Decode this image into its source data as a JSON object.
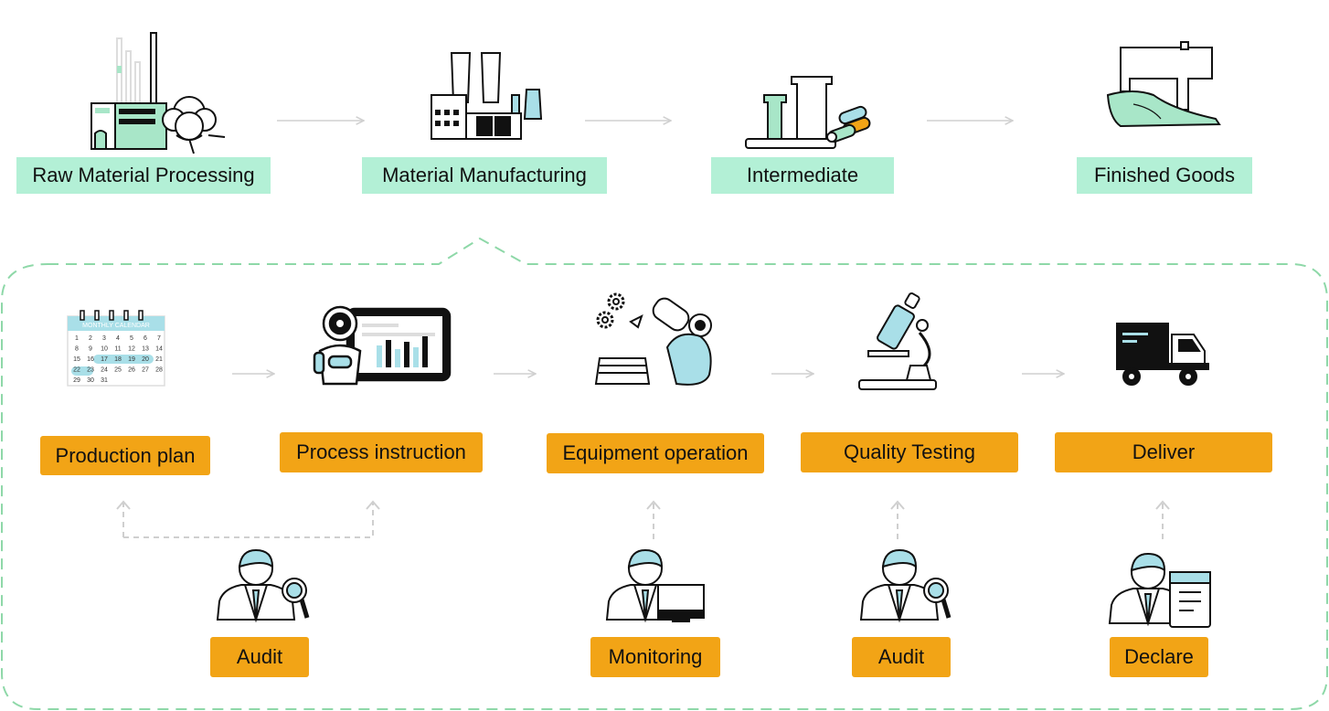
{
  "stages": [
    {
      "label": "Raw Material Processing",
      "icon": "cotton-factory-icon"
    },
    {
      "label": "Material Manufacturing",
      "icon": "factory-icon"
    },
    {
      "label": "Intermediate",
      "icon": "fabric-rolls-icon"
    },
    {
      "label": "Finished Goods",
      "icon": "sewing-machine-icon"
    }
  ],
  "steps": [
    {
      "label": "Production plan",
      "icon": "calendar-icon"
    },
    {
      "label": "Process instruction",
      "icon": "robot-dashboard-icon"
    },
    {
      "label": "Equipment operation",
      "icon": "robotic-arm-icon"
    },
    {
      "label": "Quality Testing",
      "icon": "microscope-icon"
    },
    {
      "label": "Deliver",
      "icon": "delivery-truck-icon"
    }
  ],
  "actors": [
    {
      "label": "Audit",
      "icon": "auditor-magnifier-icon"
    },
    {
      "label": "Monitoring",
      "icon": "operator-monitor-icon"
    },
    {
      "label": "Audit",
      "icon": "auditor-magnifier-icon"
    },
    {
      "label": "Declare",
      "icon": "declarer-document-icon"
    }
  ],
  "calendar": {
    "header": "MONTHLY CALENDAR",
    "days": [
      "1",
      "2",
      "3",
      "4",
      "5",
      "6",
      "7",
      "8",
      "9",
      "10",
      "11",
      "12",
      "13",
      "14",
      "15",
      "16",
      "17",
      "18",
      "19",
      "20",
      "21",
      "22",
      "23",
      "24",
      "25",
      "26",
      "27",
      "28",
      "29",
      "30",
      "31"
    ]
  },
  "colors": {
    "stage_fill": "#b3f0d6",
    "step_fill": "#f2a416",
    "accent_cyan": "#a9dfe8",
    "accent_mint": "#a8e6c8",
    "outline": "#111111",
    "dashed_border": "#8ed8a8",
    "arrow_gray": "#d0d0d0"
  }
}
